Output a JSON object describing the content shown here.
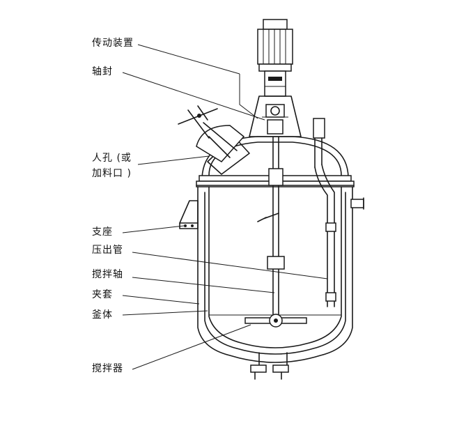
{
  "labels": {
    "transmission": "传动装置",
    "shaft_seal": "轴封",
    "manhole_line1": "人孔 (或",
    "manhole_line2": "加料口 )",
    "support": "支座",
    "discharge_pipe": "压出管",
    "agitator_shaft": "搅拌轴",
    "jacket": "夹套",
    "vessel_body": "釜体",
    "agitator": "搅拌器"
  }
}
